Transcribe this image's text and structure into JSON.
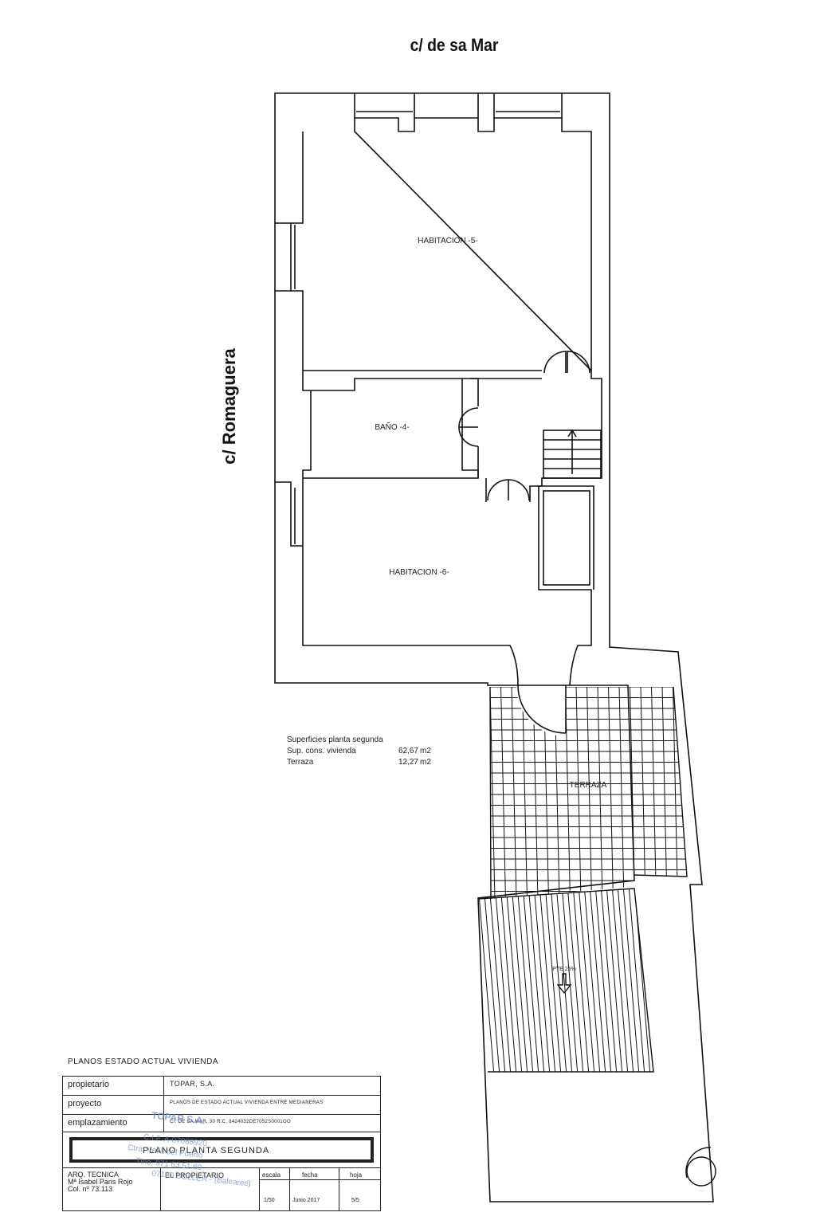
{
  "streets": {
    "top": "c/ de sa Mar",
    "left": "c/ Romaguera"
  },
  "rooms": {
    "habitacion5": "HABITACION -5-",
    "bano4": "BAÑO -4-",
    "habitacion6": "HABITACION -6-",
    "terraza": "TERRAZA",
    "bajante": "PTE 25%"
  },
  "areas": {
    "title": "Superficies planta segunda",
    "rows": [
      {
        "label": "Sup. cons. vivienda",
        "value": "62,67",
        "unit": "m2"
      },
      {
        "label": "Terraza",
        "value": "12,27",
        "unit": "m2"
      }
    ]
  },
  "titleblock": {
    "heading": "PLANOS ESTADO ACTUAL VIVIENDA",
    "propietario_label": "propietario",
    "propietario": "TOPAR, S.A.",
    "proyecto_label": "proyecto",
    "proyecto": "PLANOS DE ESTADO ACTUAL VIVIENDA ENTRE MEDIANERAS",
    "emplazamiento_label": "emplazamiento",
    "emplazamiento": "C/. DE SA MAR, 30   R.C. 8424032DE7052S0001OO",
    "plano": "PLANO PLANTA SEGUNDA",
    "arq_role": "ARQ. TECNICA",
    "arq_name": "Mª Isabel Paris Rojo",
    "arq_col": "Col. nº 73.113",
    "firma": "EL PROPIETARIO",
    "escala_label": "escala",
    "escala": "1/50",
    "fecha_label": "fecha",
    "fecha": "Junio 2017",
    "hoja_label": "hoja",
    "hoja": "5/5",
    "stamp": [
      "TOPAR S.A.",
      "C.I.F. A-07088920",
      "Ctra. Vella del Puerto",
      "Tlno. 971 63 51 60",
      "07100 SOLLER - (Baleares)"
    ]
  }
}
